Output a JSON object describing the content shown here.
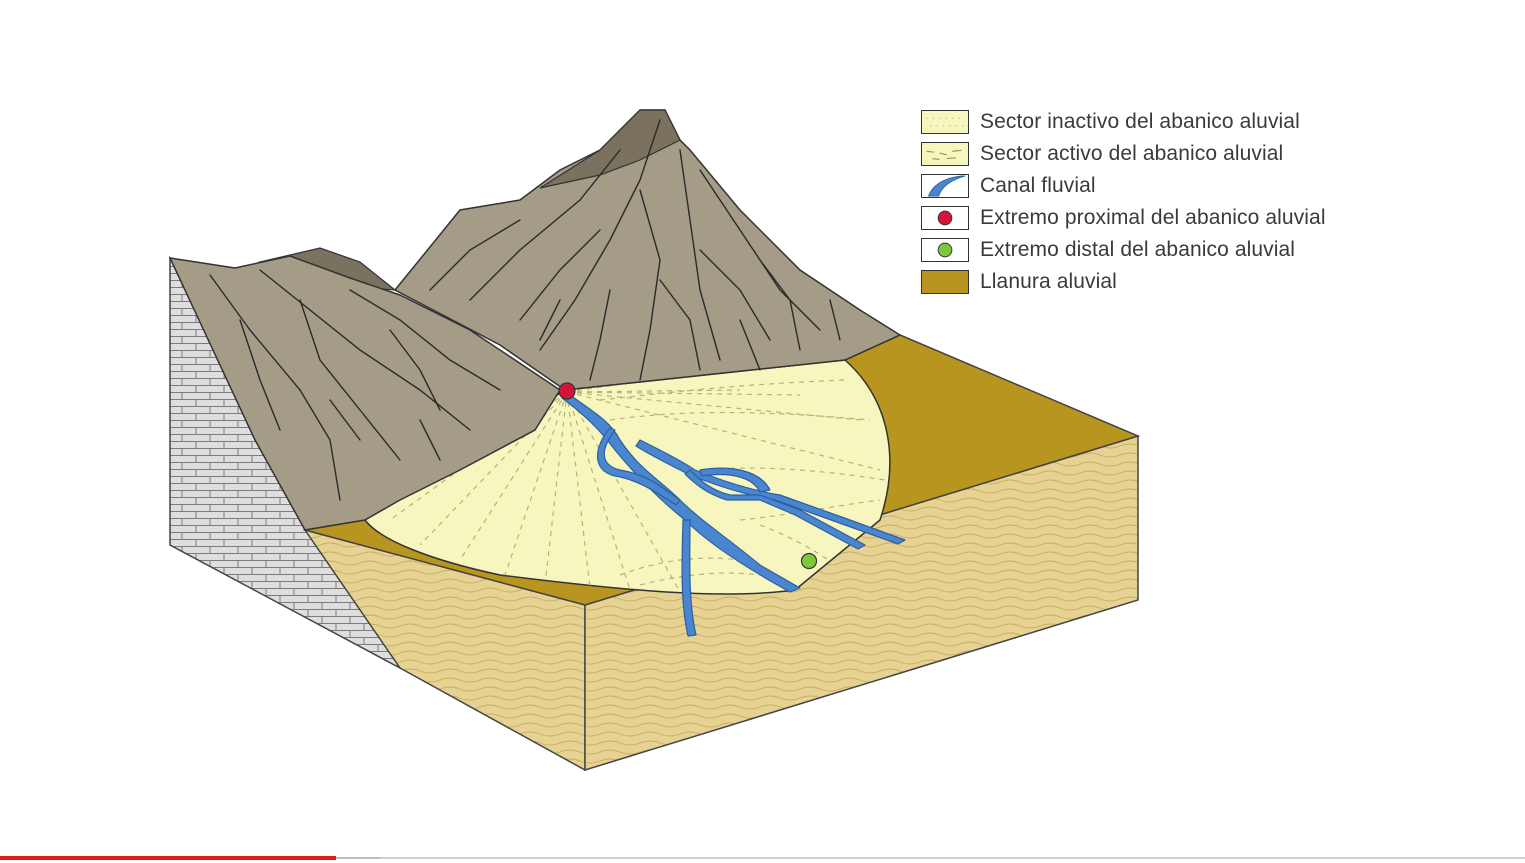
{
  "legend": {
    "items": [
      {
        "label": "Sector inactivo del abanico aluvial",
        "swatch": "inactive-fan",
        "color": "#f8f6bf"
      },
      {
        "label": "Sector activo del abanico aluvial",
        "swatch": "active-fan",
        "color": "#f8f6bf"
      },
      {
        "label": "Canal fluvial",
        "swatch": "channel",
        "color": "#4a86cf"
      },
      {
        "label": "Extremo proximal del abanico aluvial",
        "swatch": "proximal-dot",
        "color": "#d4143a"
      },
      {
        "label": "Extremo distal del abanico aluvial",
        "swatch": "distal-dot",
        "color": "#7ec63a"
      },
      {
        "label": "Llanura aluvial",
        "swatch": "plain",
        "color": "#b8951f"
      }
    ]
  },
  "colors": {
    "mountain": "#a59c87",
    "mountain_dark": "#7a725f",
    "fan": "#f8f6bf",
    "plain": "#b8951f",
    "sediment_side": "#e4cf8e",
    "limestone": "#dcdcdc",
    "channel": "#4a86cf",
    "proximal": "#d4143a",
    "distal": "#7ec63a"
  },
  "video_progress": 0.22
}
